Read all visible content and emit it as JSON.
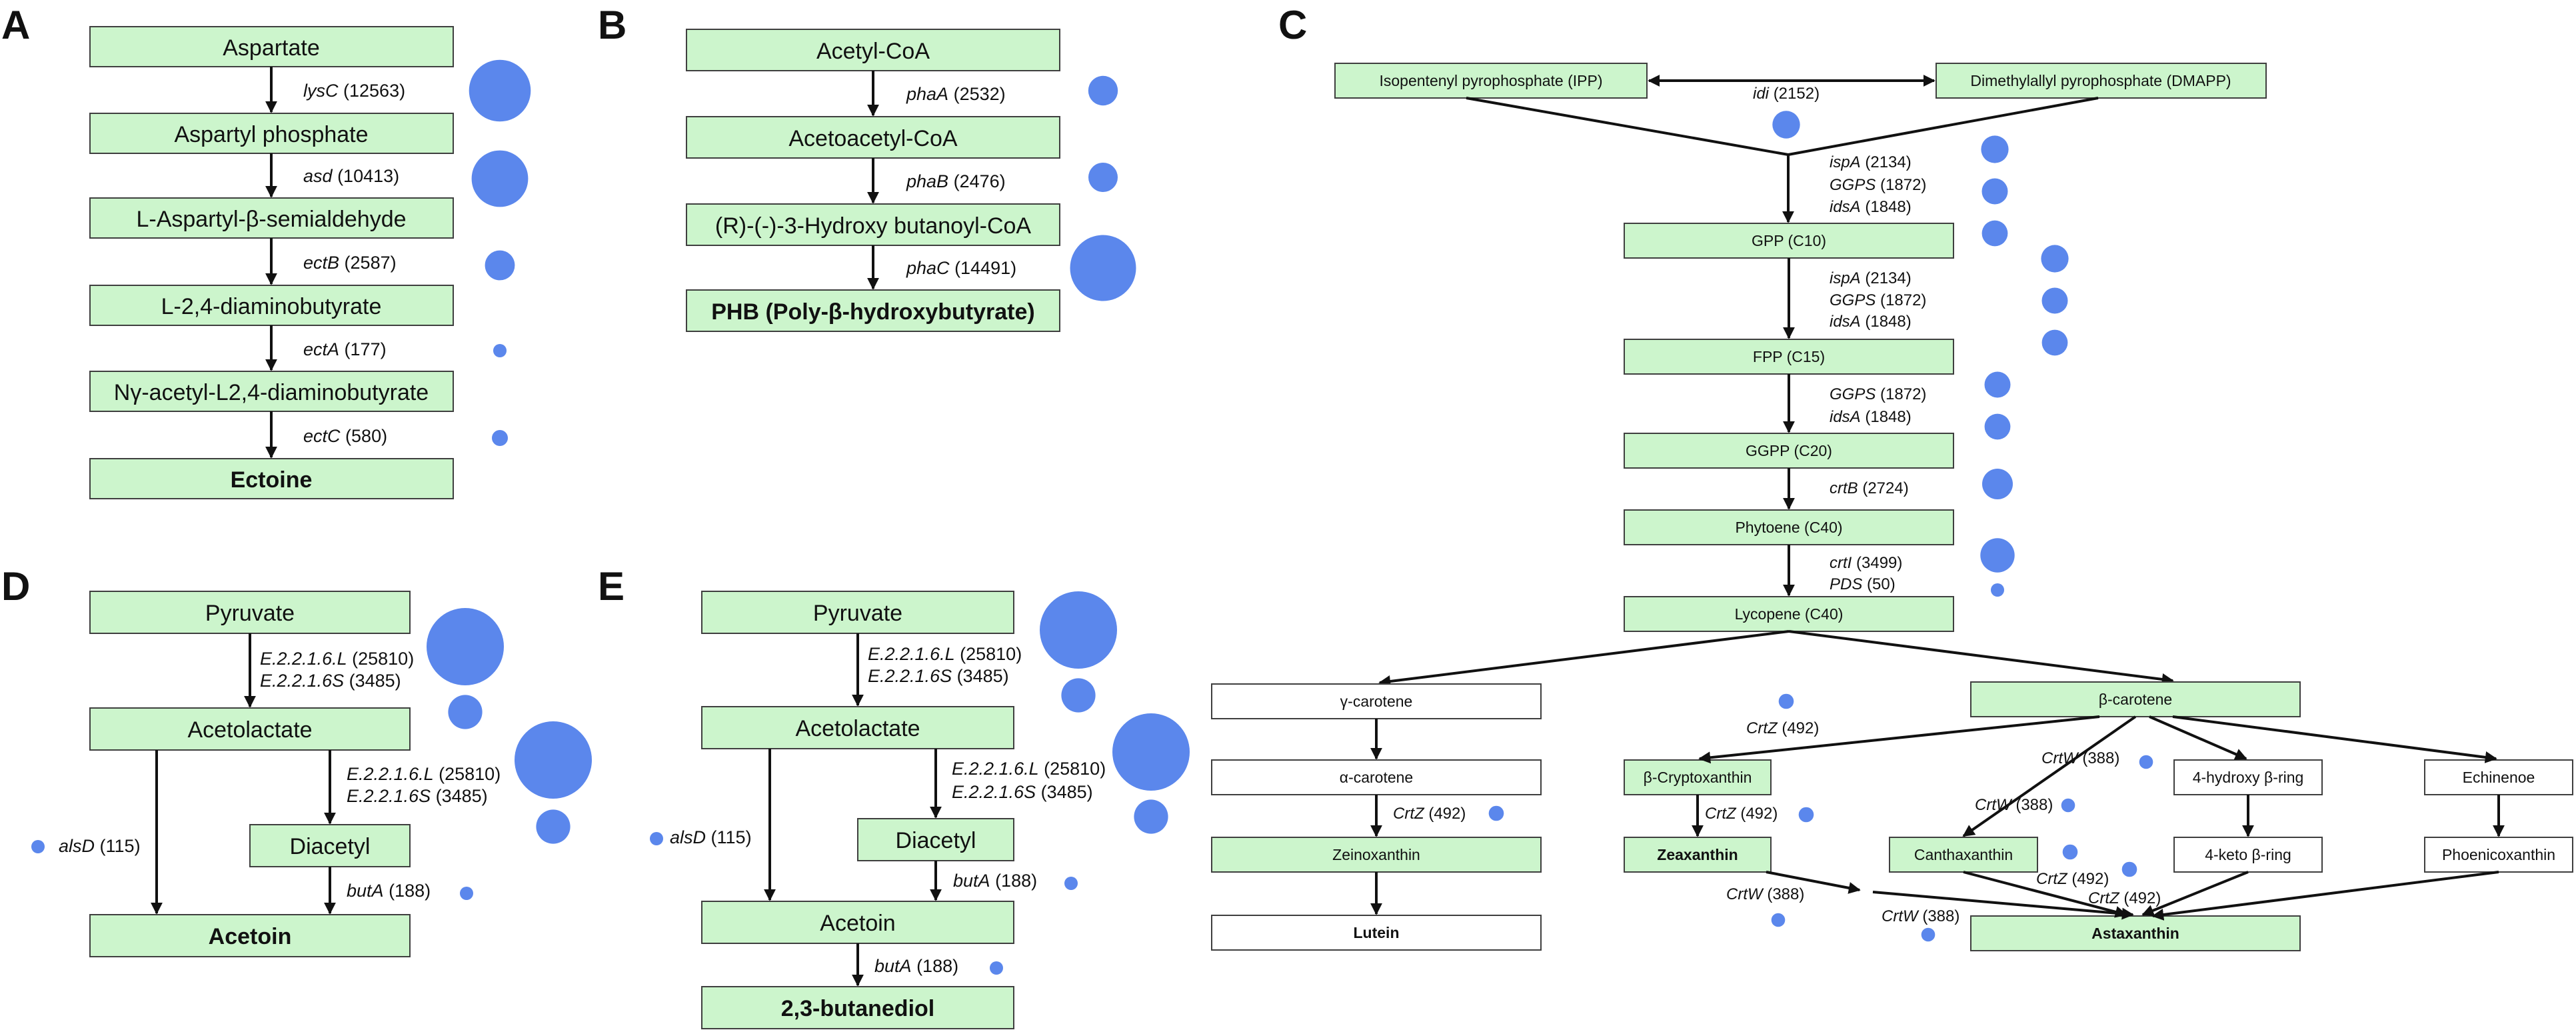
{
  "colors": {
    "box_fill": "#ccf5cc",
    "box_stroke": "#3f3f3f",
    "plain_fill": "#ffffff",
    "bubble": "#5b87ec",
    "arrow": "#111111"
  },
  "panel_a": {
    "label": "A",
    "nodes": [
      "Aspartate",
      "Aspartyl phosphate",
      "L-Aspartyl-β-semialdehyde",
      "L-2,4-diaminobutyrate",
      "Nγ-acetyl-L2,4-diaminobutyrate",
      "Ectoine"
    ],
    "enzymes": [
      {
        "gene": "lysC",
        "count": "(12563)",
        "bubble_value": 12563
      },
      {
        "gene": "asd",
        "count": "(10413)",
        "bubble_value": 10413
      },
      {
        "gene": "ectB",
        "count": "(2587)",
        "bubble_value": 2587
      },
      {
        "gene": "ectA",
        "count": "(177)",
        "bubble_value": 177
      },
      {
        "gene": "ectC",
        "count": "(580)",
        "bubble_value": 580
      }
    ]
  },
  "panel_b": {
    "label": "B",
    "nodes": [
      "Acetyl-CoA",
      "Acetoacetyl-CoA",
      "(R)-(-)-3-Hydroxy butanoyl-CoA",
      "PHB (Poly-β-hydroxybutyrate)"
    ],
    "enzymes": [
      {
        "gene": "phaA",
        "count": "(2532)",
        "bubble_value": 2532
      },
      {
        "gene": "phaB",
        "count": "(2476)",
        "bubble_value": 2476
      },
      {
        "gene": "phaC",
        "count": "(14491)",
        "bubble_value": 14491
      }
    ]
  },
  "panel_c": {
    "label": "C",
    "nodes": {
      "ipp": "Isopentenyl pyrophosphate (IPP)",
      "dmapp": "Dimethylallyl pyrophosphate (DMAPP)",
      "gpp": "GPP (C10)",
      "fpp": "FPP (C15)",
      "ggpp": "GGPP (C20)",
      "phytoene": "Phytoene (C40)",
      "lycopene": "Lycopene (C40)",
      "gamma_carotene": "γ-carotene",
      "alpha_carotene": "α-carotene",
      "zeinoxanthin": "Zeinoxanthin",
      "lutein": "Lutein",
      "beta_carotene": "β-carotene",
      "beta_cryptoxanthin": "β-Cryptoxanthin",
      "zeaxanthin": "Zeaxanthin",
      "canthaxanthin": "Canthaxanthin",
      "hydroxy_beta_ring": "4-hydroxy β-ring",
      "keto_beta_ring": "4-keto β-ring",
      "echinenone": "Echinenoe",
      "phoenicoxanthin": "Phoenicoxanthin",
      "astaxanthin": "Astaxanthin"
    },
    "enzymes": {
      "idi": {
        "gene": "idi",
        "count": "(2152)",
        "bubble_value": 2152
      },
      "ispa": {
        "gene": "ispA",
        "count": "(2134)",
        "bubble_value": 2134
      },
      "ggps": {
        "gene": "GGPS",
        "count": "(1872)",
        "bubble_value": 1872
      },
      "idsa": {
        "gene": "idsA",
        "count": "(1848)",
        "bubble_value": 1848
      },
      "crtb": {
        "gene": "crtB",
        "count": "(2724)",
        "bubble_value": 2724
      },
      "crti": {
        "gene": "crtI",
        "count": "(3499)",
        "bubble_value": 3499
      },
      "pds": {
        "gene": "PDS",
        "count": "(50)",
        "bubble_value": 50
      },
      "crtz": {
        "gene": "CrtZ",
        "count": "(492)",
        "bubble_value": 492
      },
      "crtw": {
        "gene": "CrtW",
        "count": "(388)",
        "bubble_value": 388
      }
    }
  },
  "panel_d": {
    "label": "D",
    "nodes": [
      "Pyruvate",
      "Acetolactate",
      "Diacetyl",
      "Acetoin"
    ],
    "enzymes": {
      "e216l": {
        "gene": "E.2.2.1.6.L",
        "count": "(25810)",
        "bubble_value": 25810
      },
      "e216s": {
        "gene": "E.2.2.1.6S",
        "count": "(3485)",
        "bubble_value": 3485
      },
      "alsd": {
        "gene": "alsD",
        "count": "(115)",
        "bubble_value": 115
      },
      "buta": {
        "gene": "butA",
        "count": "(188)",
        "bubble_value": 188
      }
    }
  },
  "panel_e": {
    "label": "E",
    "nodes": [
      "Pyruvate",
      "Acetolactate",
      "Diacetyl",
      "Acetoin",
      "2,3-butanediol"
    ],
    "enzymes": {
      "e216l": {
        "gene": "E.2.2.1.6.L",
        "count": "(25810)",
        "bubble_value": 25810
      },
      "e216s": {
        "gene": "E.2.2.1.6S",
        "count": "(3485)",
        "bubble_value": 3485
      },
      "alsd": {
        "gene": "alsD",
        "count": "(115)",
        "bubble_value": 115
      },
      "buta": {
        "gene": "butA",
        "count": "(188)",
        "bubble_value": 188
      }
    }
  }
}
